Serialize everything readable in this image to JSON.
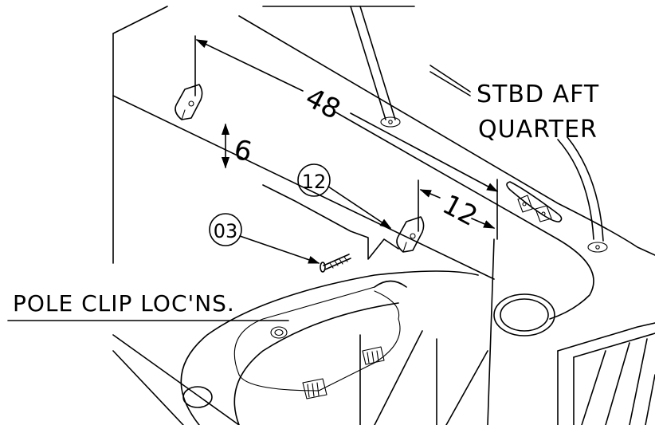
{
  "colors": {
    "background": "#ffffff",
    "line": "#000000"
  },
  "labels": {
    "stbd_line1": "STBD AFT",
    "stbd_line2": "QUARTER",
    "pole_clip": "POLE CLIP LOC'NS."
  },
  "dimensions": {
    "dim_48": "48",
    "dim_6": "6",
    "dim_12": "12"
  },
  "callouts": {
    "balloon_12": "12",
    "balloon_03": "03"
  }
}
